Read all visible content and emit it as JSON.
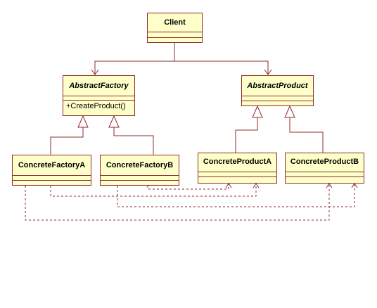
{
  "diagram": {
    "type": "uml-class-diagram",
    "line_color": "#8c2b2b",
    "box_fill": "#ffffca",
    "classes": {
      "client": {
        "name": "Client",
        "abstract": false
      },
      "abstract_factory": {
        "name": "AbstractFactory",
        "abstract": true,
        "operations": [
          "+CreateProduct()"
        ]
      },
      "abstract_product": {
        "name": "AbstractProduct",
        "abstract": true
      },
      "concrete_factory_a": {
        "name": "ConcreteFactoryA",
        "abstract": false
      },
      "concrete_factory_b": {
        "name": "ConcreteFactoryB",
        "abstract": false
      },
      "concrete_product_a": {
        "name": "ConcreteProductA",
        "abstract": false
      },
      "concrete_product_b": {
        "name": "ConcreteProductB",
        "abstract": false
      }
    },
    "relations": [
      {
        "kind": "association",
        "from": "Client",
        "to": "AbstractFactory"
      },
      {
        "kind": "association",
        "from": "Client",
        "to": "AbstractProduct"
      },
      {
        "kind": "generalization",
        "from": "ConcreteFactoryA",
        "to": "AbstractFactory"
      },
      {
        "kind": "generalization",
        "from": "ConcreteFactoryB",
        "to": "AbstractFactory"
      },
      {
        "kind": "generalization",
        "from": "ConcreteProductA",
        "to": "AbstractProduct"
      },
      {
        "kind": "generalization",
        "from": "ConcreteProductB",
        "to": "AbstractProduct"
      },
      {
        "kind": "dependency",
        "from": "ConcreteFactoryA",
        "to": "ConcreteProductA"
      },
      {
        "kind": "dependency",
        "from": "ConcreteFactoryA",
        "to": "ConcreteProductB"
      },
      {
        "kind": "dependency",
        "from": "ConcreteFactoryB",
        "to": "ConcreteProductA"
      },
      {
        "kind": "dependency",
        "from": "ConcreteFactoryB",
        "to": "ConcreteProductB"
      }
    ]
  }
}
